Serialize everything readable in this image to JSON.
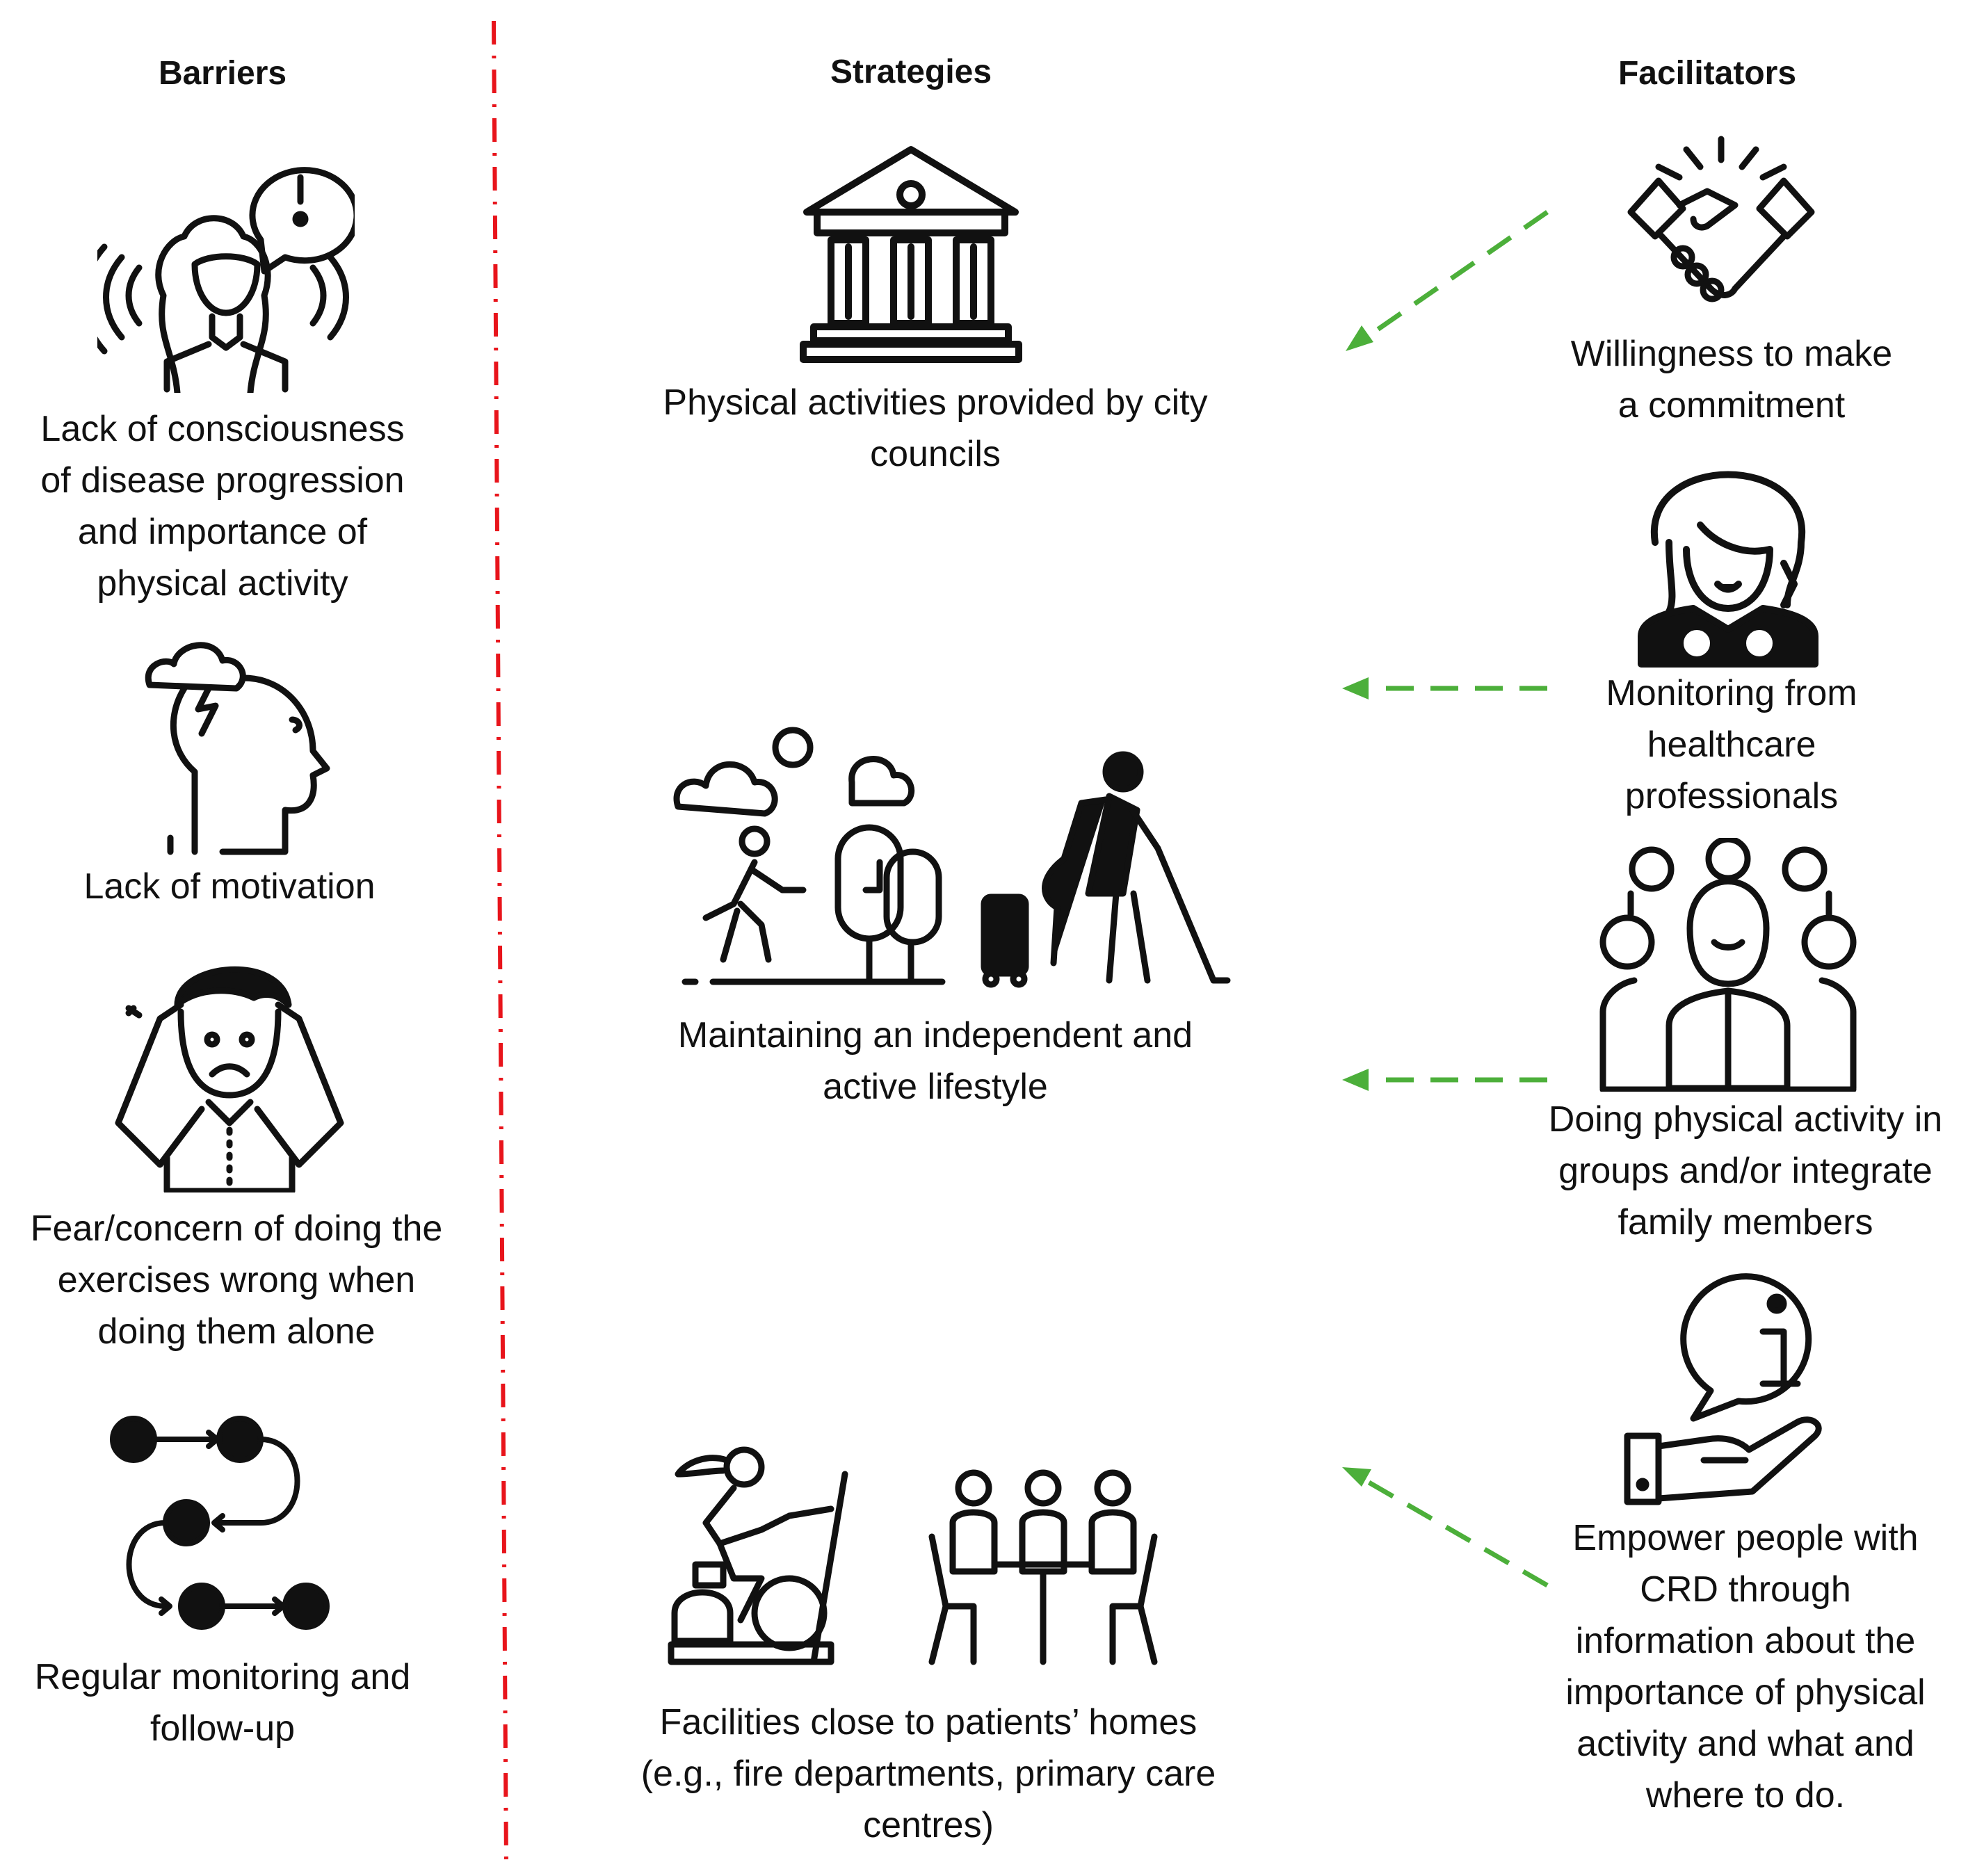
{
  "colors": {
    "divider": "#e8141b",
    "arrow": "#4caf3a",
    "ink": "#111111"
  },
  "headings": {
    "barriers": "Barriers",
    "strategies": "Strategies",
    "facilitators": "Facilitators"
  },
  "barriers": [
    {
      "icon": "worried-woman-icon",
      "label": "Lack of consciousness of disease progression and importance of physical activity"
    },
    {
      "icon": "storm-head-icon",
      "label": "Lack of motivation"
    },
    {
      "icon": "stressed-man-icon",
      "label": "Fear/concern of doing the exercises wrong when doing them alone"
    },
    {
      "icon": "process-steps-icon",
      "label": "Regular monitoring and follow-up"
    }
  ],
  "strategies": [
    {
      "icon": "city-hall-icon",
      "label": "Physical activities provided by city councils"
    },
    {
      "icon": "outdoor-activity-icon",
      "label": "Maintaining an independent and active lifestyle"
    },
    {
      "icon": "fitness-facility-icon",
      "label": "Facilities close to patients’ homes (e.g., fire departments, primary care centres)"
    }
  ],
  "facilitators": [
    {
      "icon": "handshake-icon",
      "label": "Willingness to make a commitment"
    },
    {
      "icon": "doctor-icon",
      "label": "Monitoring from healthcare professionals"
    },
    {
      "icon": "group-icon",
      "label": "Doing physical activity in groups and/or integrate family members"
    },
    {
      "icon": "information-hand-icon",
      "label": "Empower people with CRD through information about the importance of physical activity and what and where to do."
    }
  ]
}
